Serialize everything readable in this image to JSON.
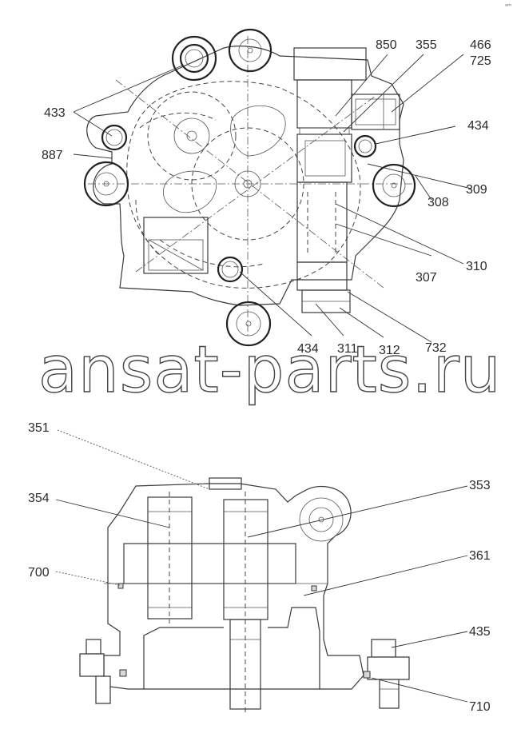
{
  "watermark": "ansat-parts.ru",
  "corner_mark": "ᵃᵐ",
  "top_view": {
    "labels": {
      "l850": "850",
      "l355": "355",
      "l466": "466",
      "l725": "725",
      "l433": "433",
      "l434a": "434",
      "l887": "887",
      "l309": "309",
      "l308": "308",
      "l310": "310",
      "l307": "307",
      "l434b": "434",
      "l311": "311",
      "l312": "312",
      "l732": "732"
    }
  },
  "side_view": {
    "labels": {
      "l351": "351",
      "l353": "353",
      "l354": "354",
      "l361": "361",
      "l700": "700",
      "l435": "435",
      "l710": "710"
    }
  }
}
